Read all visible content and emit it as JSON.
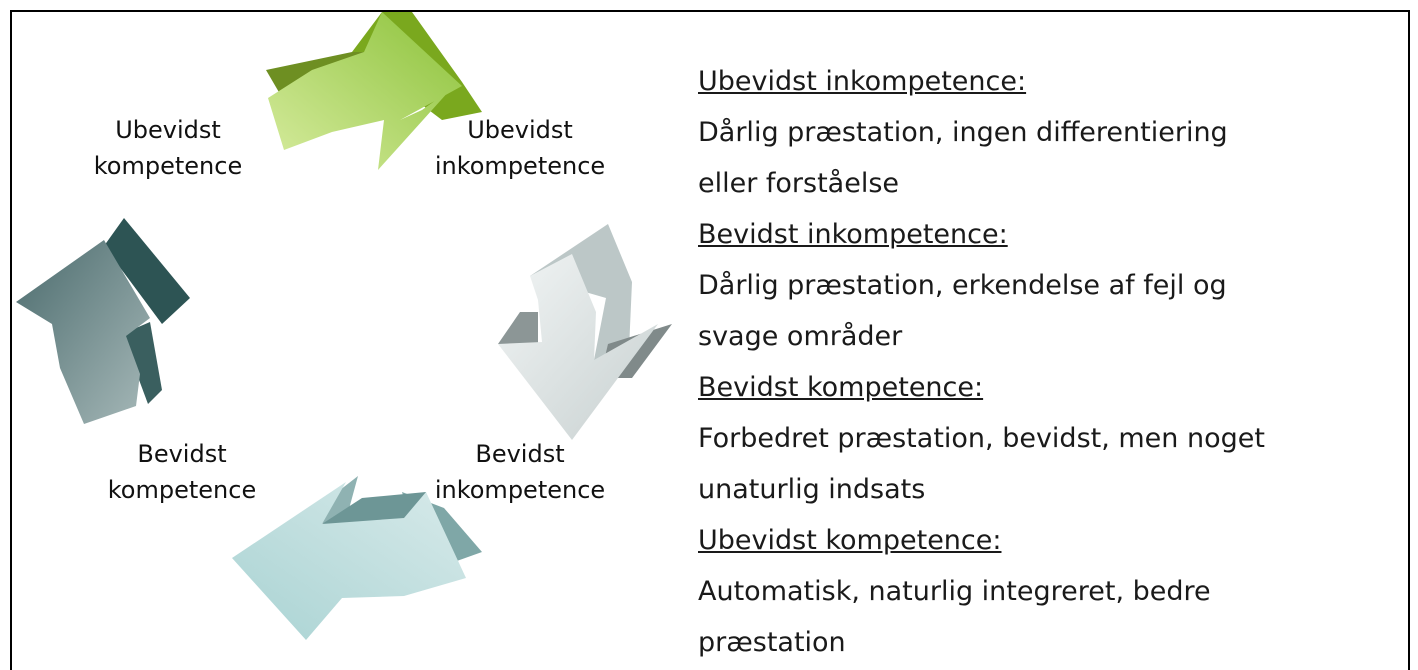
{
  "cycle": {
    "labels": {
      "top_left": [
        "Ubevidst",
        "kompetence"
      ],
      "top_right": [
        "Ubevidst",
        "inkompetence"
      ],
      "bottom_right": [
        "Bevidst",
        "inkompetence"
      ],
      "bottom_left": [
        "Bevidst",
        "kompetence"
      ]
    },
    "arrows": [
      {
        "name": "arrow-top-green",
        "color": "#8db83a"
      },
      {
        "name": "arrow-right-grey",
        "color": "#b8c4c4"
      },
      {
        "name": "arrow-bottom-teal",
        "color": "#8fbdbb"
      },
      {
        "name": "arrow-left-darkteal",
        "color": "#4c6e6e"
      }
    ]
  },
  "stages": [
    {
      "title": "Ubevidst inkompetence:",
      "description": "Dårlig præstation, ingen differentiering eller forståelse"
    },
    {
      "title": "Bevidst inkompetence:",
      "description": "Dårlig præstation, erkendelse af fejl og svage områder"
    },
    {
      "title": "Bevidst kompetence:",
      "description": "Forbedret præstation, bevidst, men noget unaturlig indsats"
    },
    {
      "title": "Ubevidst kompetence:",
      "description": "Automatisk, naturlig integreret, bedre præstation"
    }
  ]
}
